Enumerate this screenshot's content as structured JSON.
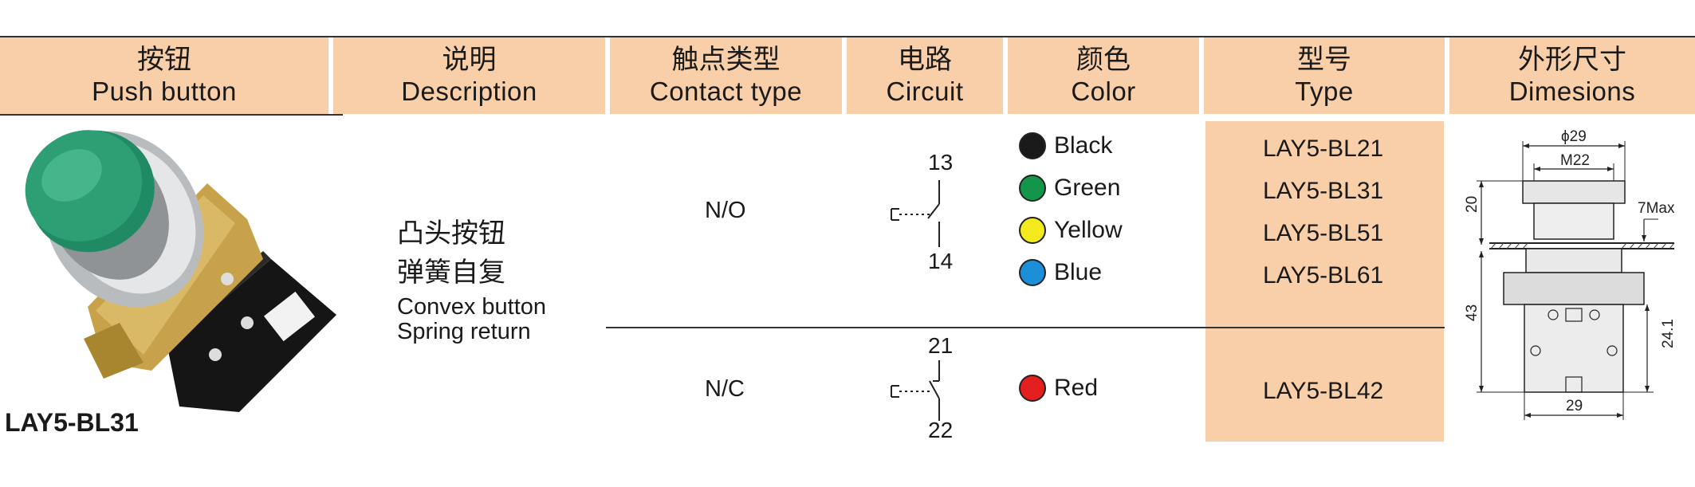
{
  "headers": [
    {
      "zh": "按钮",
      "en": "Push button"
    },
    {
      "zh": "说明",
      "en": "Description"
    },
    {
      "zh": "触点类型",
      "en": "Contact type"
    },
    {
      "zh": "电路",
      "en": "Circuit"
    },
    {
      "zh": "颜色",
      "en": "Color"
    },
    {
      "zh": "型号",
      "en": "Type"
    },
    {
      "zh": "外形尺寸",
      "en": "Dimesions"
    }
  ],
  "product": {
    "model_label": "LAY5-BL31",
    "button_color": "#2e9e74",
    "icon": "push-button-photo"
  },
  "description": {
    "zh_line1": "凸头按钮",
    "zh_line2": "弹簧自复",
    "en_line1": "Convex button",
    "en_line2": "Spring return"
  },
  "no_group": {
    "contact_type": "N/O",
    "circuit_top": "13",
    "circuit_bottom": "14",
    "items": [
      {
        "color": "Black",
        "hex": "#1a1a1a",
        "type": "LAY5-BL21"
      },
      {
        "color": "Green",
        "hex": "#14964a",
        "type": "LAY5-BL31"
      },
      {
        "color": "Yellow",
        "hex": "#f2ea1c",
        "type": "LAY5-BL51"
      },
      {
        "color": "Blue",
        "hex": "#1b8fd8",
        "type": "LAY5-BL61"
      }
    ]
  },
  "nc_group": {
    "contact_type": "N/C",
    "circuit_top": "21",
    "circuit_bottom": "22",
    "items": [
      {
        "color": "Red",
        "hex": "#e3201f",
        "type": "LAY5-BL42"
      }
    ]
  },
  "dimensions": {
    "phi": "ϕ29",
    "thread": "M22",
    "h_top": "20",
    "h_total": "43",
    "panel_max": "7Max",
    "h_body": "24.1",
    "width": "29"
  },
  "colors": {
    "header_bg": "#f8cfa8",
    "type_bg": "#f8cfa8"
  }
}
